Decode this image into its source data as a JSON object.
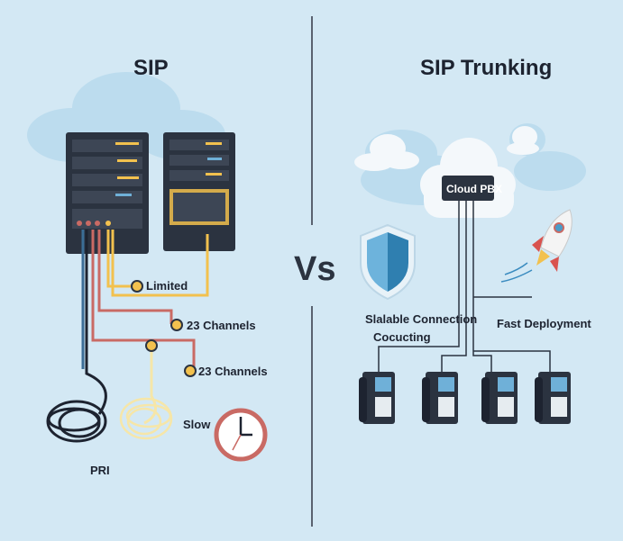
{
  "left": {
    "title": "SIP",
    "labels": {
      "limited": "Limited",
      "channels_1": "23 Channels",
      "channels_2": "23 Channels",
      "slow": "Slow",
      "pri": "PRI"
    }
  },
  "divider": {
    "vs": "Vs"
  },
  "right": {
    "title": "SIP Trunking",
    "cloud_pbx": "Cloud PBX",
    "scalable_line1": "Slalable Connection",
    "scalable_line2": "Cocucting",
    "fast": "Fast Deployment"
  },
  "colors": {
    "background": "#d3e8f4",
    "rack": "#2b3340",
    "yellow": "#f2c14e",
    "red": "#c96a64",
    "shield": "#4a9cc9"
  }
}
